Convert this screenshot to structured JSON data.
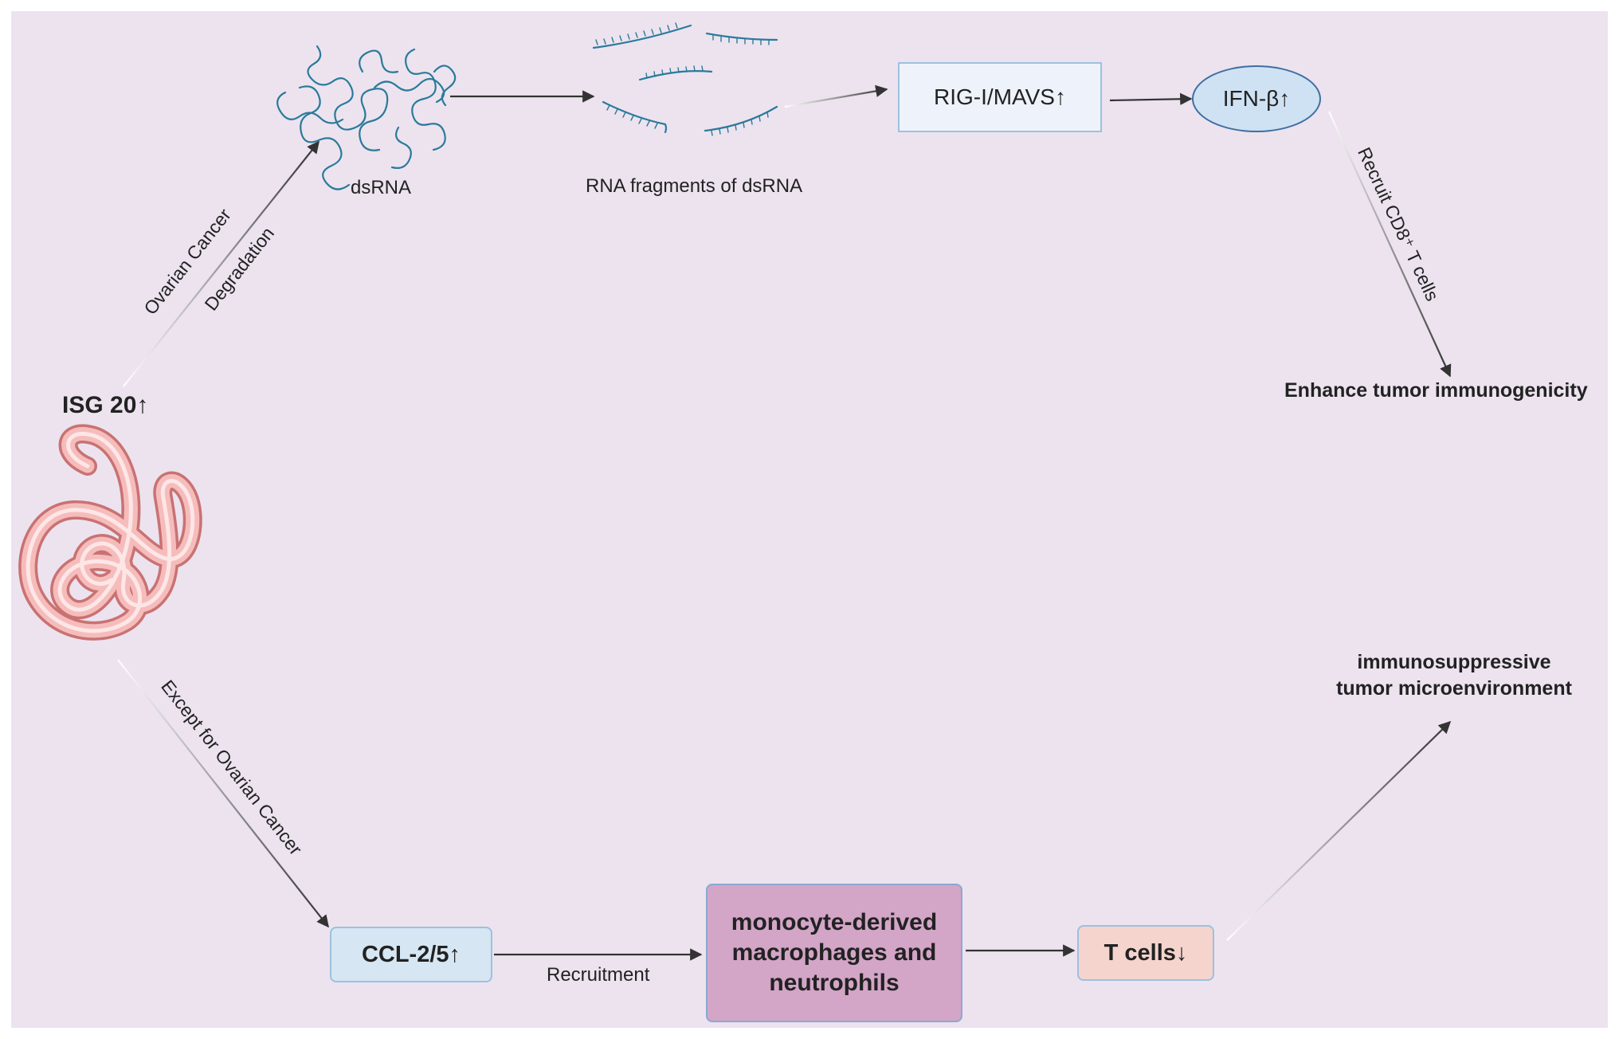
{
  "nodes": {
    "isg20": "ISG 20↑",
    "dsrna": "dsRNA",
    "rna_fragments": "RNA fragments of dsRNA",
    "rig_mavs": "RIG-I/MAVS↑",
    "ifn_beta": "IFN-β↑",
    "enhance": "Enhance tumor immunogenicity",
    "ccl": "CCL-2/5↑",
    "macrophages": "monocyte-derived macrophages and neutrophils",
    "tcells": "T cells↓",
    "immunosuppressive_line1": "immunosuppressive",
    "immunosuppressive_line2": "tumor microenvironment"
  },
  "edge_labels": {
    "ovarian_cancer": "Ovarian Cancer",
    "degradation": "Degradation",
    "recruit_cd8": "Recruit CD8⁺ T cells",
    "except_ovarian": "Except for Ovarian Cancer",
    "recruitment": "Recruitment"
  },
  "colors": {
    "background": "#ece3ef",
    "rig_box_fill": "#eef3fb",
    "ifn_fill": "#cfe2f3",
    "ccl_fill": "#d6e6f2",
    "macrophage_fill": "#d3a5c7",
    "tcell_fill": "#f4d4cd",
    "rna_strand": "#2b7a9a",
    "isg_strand": "#f0a8a8"
  }
}
